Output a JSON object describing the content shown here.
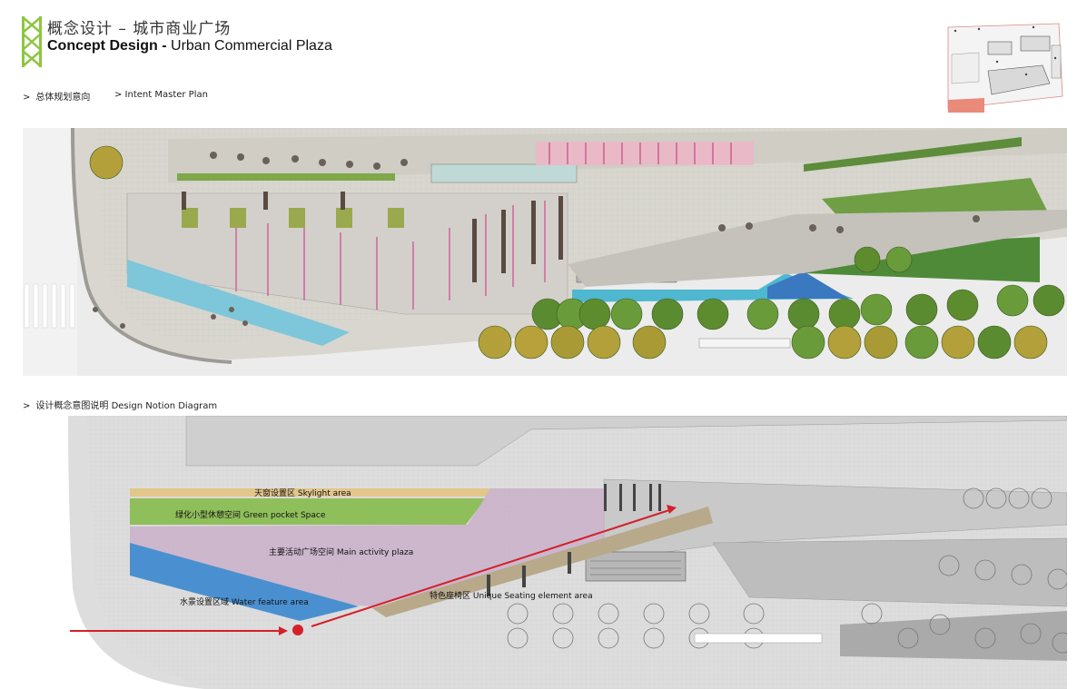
{
  "header": {
    "title_cn": "概念设计 – 城市商业广场",
    "title_en_bold": "Concept Design -",
    "title_en_rest": "Urban Commercial Plaza"
  },
  "sections": {
    "master_plan_cn": "总体规划意向",
    "master_plan_en": "> Intent Master Plan",
    "diagram_label": "设计概念意图说明 Design Notion Diagram",
    "arrow_glyph": ">"
  },
  "diagram_labels": {
    "skylight": "天窗设置区  Skylight area",
    "green_pocket": "绿化小型休憩空间  Green pocket Space",
    "main_plaza": "主要活动广场空间  Main activity plaza",
    "seating": "特色座椅区  Unique Seating element area",
    "water": "水景设置区域  Water feature area"
  },
  "colors": {
    "logo_green": "#8dc63f",
    "skylight": "#e3c68a",
    "green_pocket": "#8fbf5a",
    "main_plaza": "#c9b0c9",
    "water": "#4a90d0",
    "seating": "#b7a98a",
    "path_red": "#d4202a"
  }
}
